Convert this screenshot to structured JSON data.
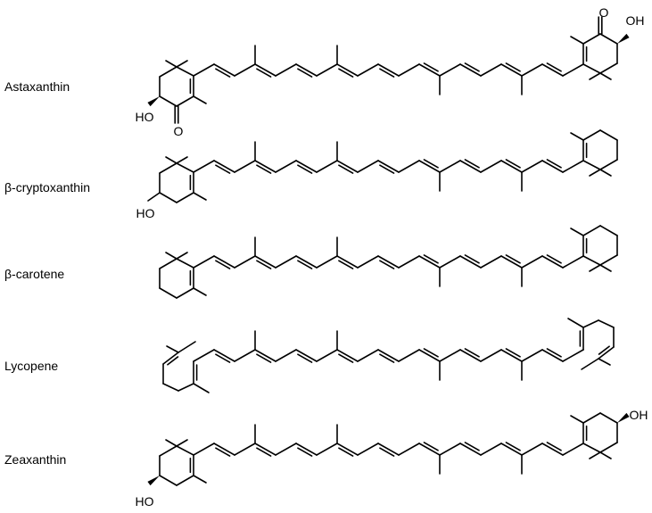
{
  "colors": {
    "bond": "#000000",
    "background": "#ffffff"
  },
  "molecules": [
    {
      "name": "Astaxanthin",
      "left_end": "ketohydroxy-ring-wedge",
      "right_end": "ketohydroxy-ring-wedge",
      "atom_labels": {
        "left_oh": "HO",
        "left_o": "O",
        "right_o": "O",
        "right_oh": "OH"
      }
    },
    {
      "name": "β-cryptoxanthin",
      "left_end": "hydroxy-ring",
      "right_end": "ring",
      "atom_labels": {
        "left_oh": "HO"
      }
    },
    {
      "name": "β-carotene",
      "left_end": "ring",
      "right_end": "ring",
      "atom_labels": {}
    },
    {
      "name": "Lycopene",
      "left_end": "acyclic",
      "right_end": "acyclic",
      "atom_labels": {}
    },
    {
      "name": "Zeaxanthin",
      "left_end": "hydroxy-ring-wedge",
      "right_end": "hydroxy-ring-wedge",
      "atom_labels": {
        "left_oh": "HO",
        "right_oh": "OH"
      }
    }
  ]
}
